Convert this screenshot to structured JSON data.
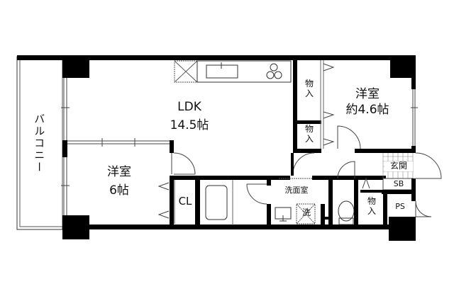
{
  "floorplan": {
    "colors": {
      "wall": "#000000",
      "background": "#ffffff",
      "line": "#333333",
      "thin": "#777777"
    },
    "rooms": {
      "balcony": {
        "label": "バルコニー"
      },
      "ldk": {
        "name": "LDK",
        "size": "14.5帖"
      },
      "western_room_1": {
        "name": "洋室",
        "size": "6帖"
      },
      "western_room_2": {
        "name": "洋室",
        "size": "約4.6帖"
      },
      "closet": {
        "label": "CL"
      },
      "storage_1": {
        "line1": "物",
        "line2": "入"
      },
      "storage_2": {
        "line1": "物",
        "line2": "入"
      },
      "storage_3": {
        "line1": "物",
        "line2": "入"
      },
      "washroom": {
        "label": "洗面室"
      },
      "washer": {
        "label": "洗"
      },
      "entrance": {
        "label": "玄関"
      },
      "shoe_box": {
        "label": "SB"
      },
      "pipe_space": {
        "label": "PS"
      }
    },
    "fixtures": [
      "kitchen-sink",
      "stove-3-burner",
      "refrigerator-space",
      "bathtub",
      "wash-basin",
      "washing-machine-pan",
      "toilet"
    ]
  }
}
